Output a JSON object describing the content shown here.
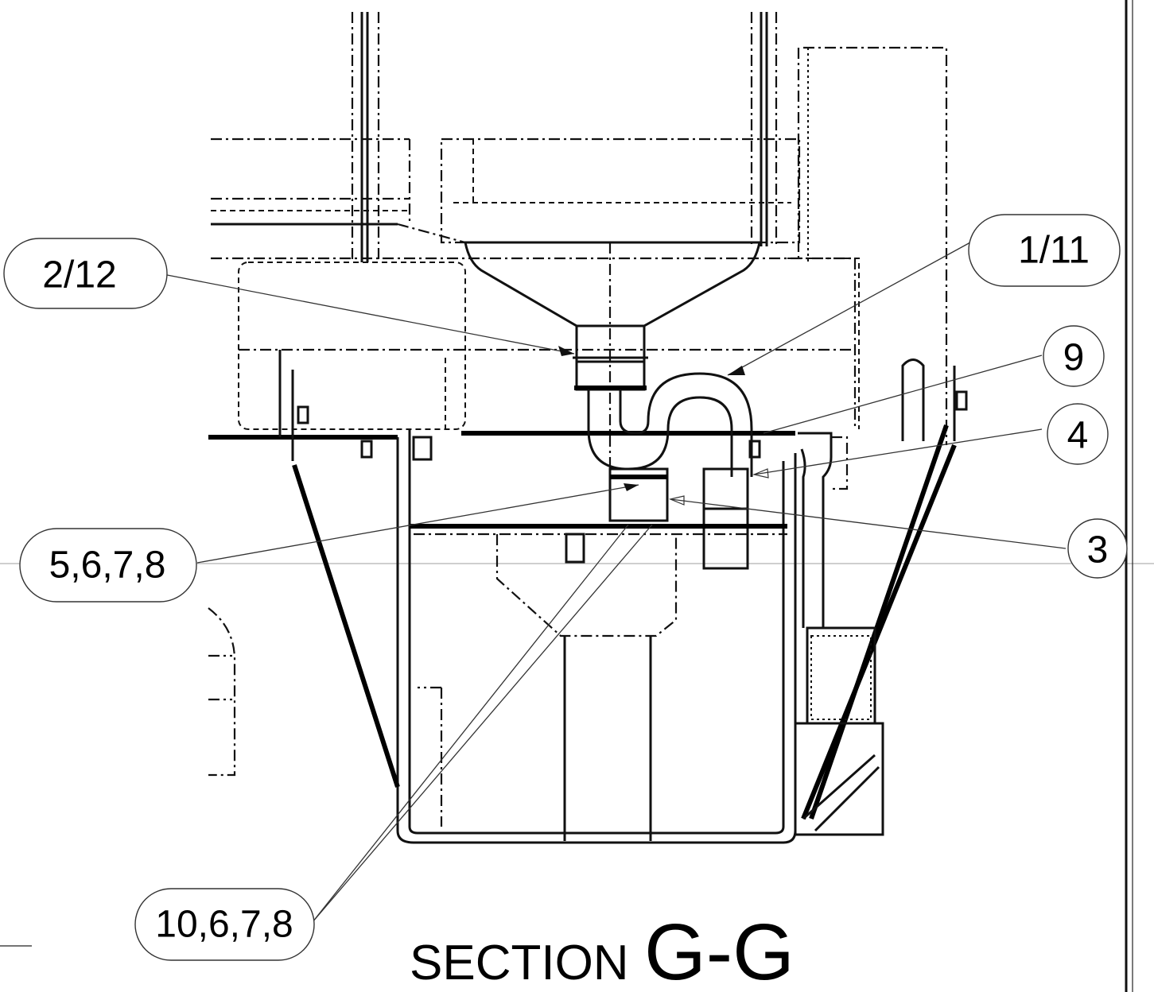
{
  "drawing": {
    "title_prefix": "SECTION",
    "title_letters": "G-G",
    "callouts": [
      {
        "id": "c1",
        "label": "2/12"
      },
      {
        "id": "c2",
        "label": "1/11"
      },
      {
        "id": "c3",
        "label": "9"
      },
      {
        "id": "c4",
        "label": "4"
      },
      {
        "id": "c5",
        "label": "5,6,7,8"
      },
      {
        "id": "c6",
        "label": "3"
      },
      {
        "id": "c7",
        "label": "10,6,7,8"
      }
    ]
  }
}
